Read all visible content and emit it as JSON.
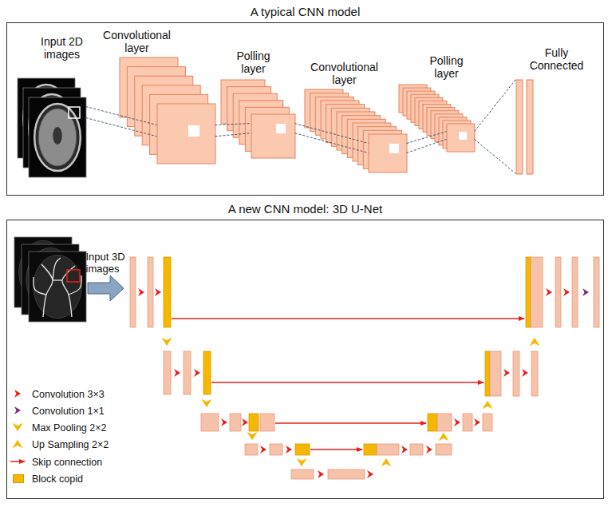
{
  "diagram": {
    "nodes": [
      {
        "text": [
          "A typical CNN model"
        ]
      },
      {
        "text": [
          "Input 2D images"
        ],
        "in": 0
      },
      {
        "text": [
          "Convolutional layer"
        ],
        "in": 0
      },
      {
        "text": [
          "Polling layer"
        ],
        "in": 0
      },
      {
        "text": [
          "Convolutional layer"
        ],
        "in": 0
      },
      {
        "text": [
          "Polling layer"
        ],
        "in": 0
      },
      {
        "text": [
          "Fully Connected"
        ],
        "in": 0
      },
      {
        "text": [
          "A new CNN model: 3D U-Net"
        ]
      },
      {
        "text": [
          "Input 3D images"
        ],
        "in": 7
      }
    ],
    "edges": [
      {
        "from": 1,
        "to": 2,
        "arrow": "none"
      },
      {
        "from": 2,
        "to": 3,
        "arrow": "none"
      },
      {
        "from": 3,
        "to": 4,
        "arrow": "none"
      },
      {
        "from": 4,
        "to": 5,
        "arrow": "none"
      },
      {
        "from": 5,
        "to": 6,
        "arrow": "none"
      }
    ],
    "legend": [
      {
        "text": "Convolution 3×3"
      },
      {
        "text": "Convolution 1×1"
      },
      {
        "text": "Max Pooling 2×2"
      },
      {
        "text": "Up Sampling 2×2"
      },
      {
        "text": "Skip connection"
      },
      {
        "text": "Block copid",
        "color": "#f6b700"
      }
    ]
  }
}
